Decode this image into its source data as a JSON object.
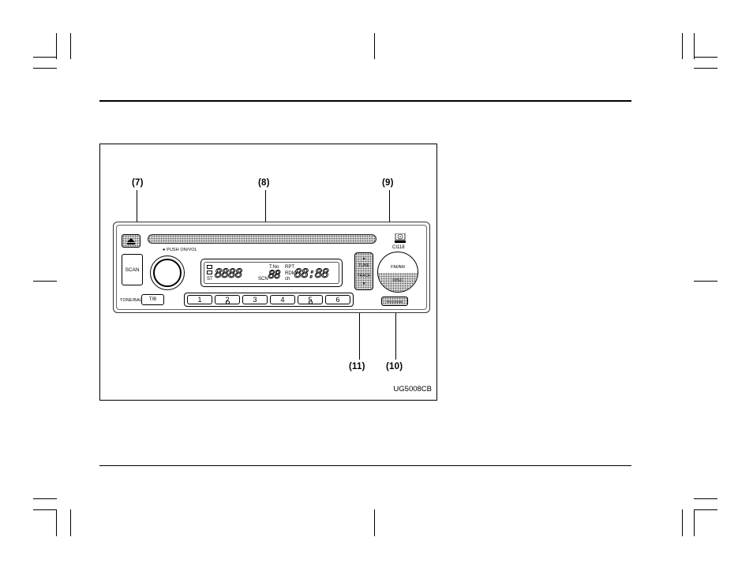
{
  "figure": {
    "callouts": {
      "c7": "(7)",
      "c8": "(8)",
      "c9": "(9)",
      "c10": "(10)",
      "c11": "(11)"
    },
    "code": "UG5008CB",
    "radio": {
      "push_on_vol": "PUSH ON/VOL",
      "scan": "SCAN",
      "tone_bal": "TONE/BAL",
      "tb": "T/B",
      "model": "CI118",
      "display": {
        "left_digits": "8888",
        "mid_digits": "88",
        "right_digits": "88:88",
        "st": "ST",
        "tno": "T.No",
        "scn": "SCN",
        "rpt": "RPT",
        "rdm": "RDM",
        "ch": "ch"
      },
      "tune_up": "TUNE",
      "tune_down": "TRACK",
      "fm_am": "FM/AM",
      "disc": "DISC",
      "program": "PROGRAM",
      "presets": [
        {
          "label": "1",
          "dot": false
        },
        {
          "label": "2",
          "dot": true
        },
        {
          "label": "3",
          "dot": false
        },
        {
          "label": "4",
          "dot": false
        },
        {
          "label": "5",
          "dot": true
        },
        {
          "label": "6",
          "dot": false
        }
      ]
    }
  }
}
